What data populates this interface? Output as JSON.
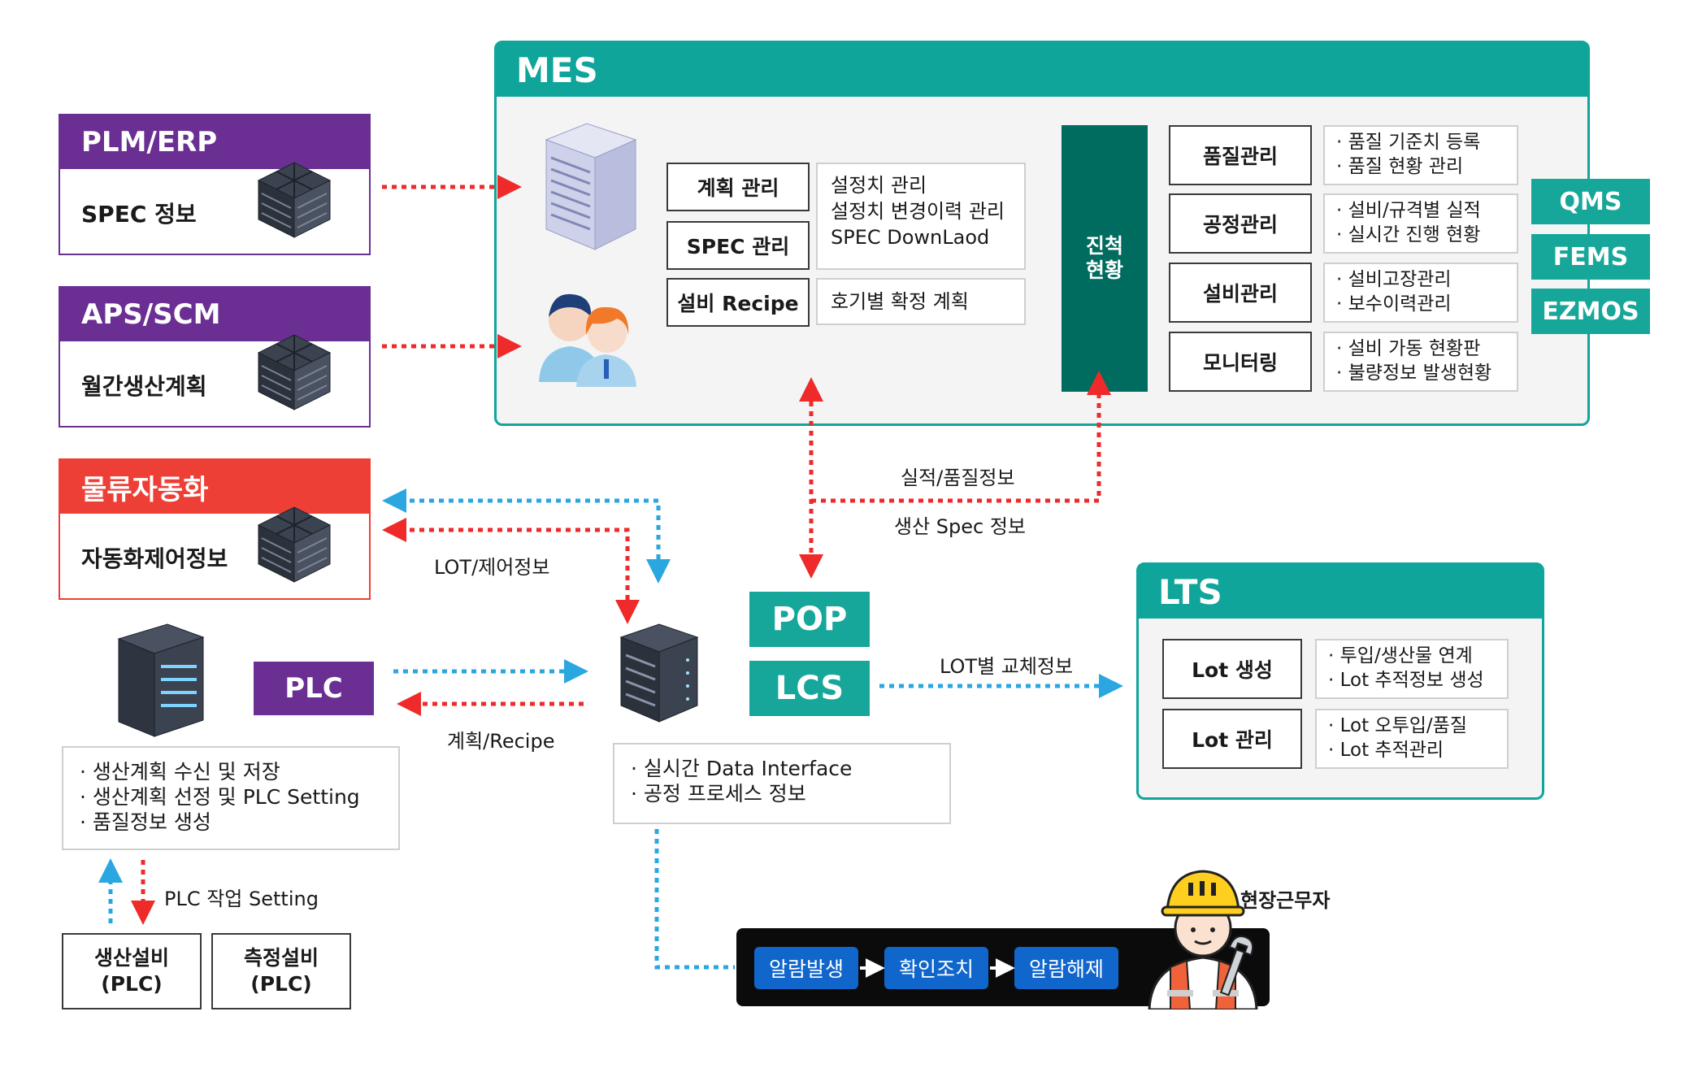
{
  "sources": [
    {
      "title": "PLM/ERP",
      "body": "SPEC 정보",
      "color": "#6b2f93"
    },
    {
      "title": "APS/SCM",
      "body": "월간생산계획",
      "color": "#6b2f93"
    },
    {
      "title": "물류자동화",
      "body": "자동화제어정보",
      "color": "#ee3f36"
    }
  ],
  "mes": {
    "title": "MES",
    "functions": [
      {
        "label": "계획 관리"
      },
      {
        "label": "SPEC 관리"
      },
      {
        "label": "설비 Recipe"
      }
    ],
    "function_details": [
      "설정치 관리",
      "설정치 변경이력 관리",
      "SPEC DownLaod"
    ],
    "recipe_detail": "호기별 확정 계획",
    "progress_lines": [
      "진척",
      "현황"
    ],
    "modules": [
      {
        "label": "품질관리",
        "items": [
          "· 품질 기준치 등록",
          "· 품질 현황 관리"
        ]
      },
      {
        "label": "공정관리",
        "items": [
          "· 설비/규격별 실적",
          "· 실시간 진행 현황"
        ]
      },
      {
        "label": "설비관리",
        "items": [
          "· 설비고장관리",
          "· 보수이력관리"
        ]
      },
      {
        "label": "모니터링",
        "items": [
          "· 설비 가동 현황판",
          "· 불량정보 발생현황"
        ]
      }
    ]
  },
  "side_systems": [
    "QMS",
    "FEMS",
    "EZMOS"
  ],
  "flows": {
    "result_quality": "실적/품질정보",
    "prod_spec": "생산 Spec 정보",
    "lot_control": "LOT/제어정보",
    "plan_recipe": "계획/Recipe",
    "lot_swap": "LOT별 교체정보",
    "plc_setting": "PLC 작업 Setting"
  },
  "plc": {
    "label": "PLC",
    "notes": [
      "· 생산계획 수신 및 저장",
      "· 생산계획 선정 및 PLC Setting",
      "· 품질정보 생성"
    ]
  },
  "equipment": [
    {
      "line1": "생산설비",
      "line2": "(PLC)"
    },
    {
      "line1": "측정설비",
      "line2": "(PLC)"
    }
  ],
  "pop": "POP",
  "lcs": "LCS",
  "interface_notes": [
    "· 실시간 Data Interface",
    "· 공정 프로세스 정보"
  ],
  "lts": {
    "title": "LTS",
    "modules": [
      {
        "label": "Lot 생성",
        "items": [
          "· 투입/생산물 연계",
          "· Lot 추적정보 생성"
        ]
      },
      {
        "label": "Lot 관리",
        "items": [
          "· Lot 오투입/품질",
          "· Lot 추적관리"
        ]
      }
    ]
  },
  "alarm": {
    "steps": [
      "알람발생",
      "확인조치",
      "알람해제"
    ]
  },
  "worker_label": "현장근무자",
  "colors": {
    "purple": "#6b2f93",
    "red": "#ee3f36",
    "teal": "#0fa59a",
    "dark_teal": "#006b5f",
    "blue_accent": "#2aa7e1",
    "alarm_bg": "#0b0b0b",
    "alarm_step": "#1166cc"
  }
}
